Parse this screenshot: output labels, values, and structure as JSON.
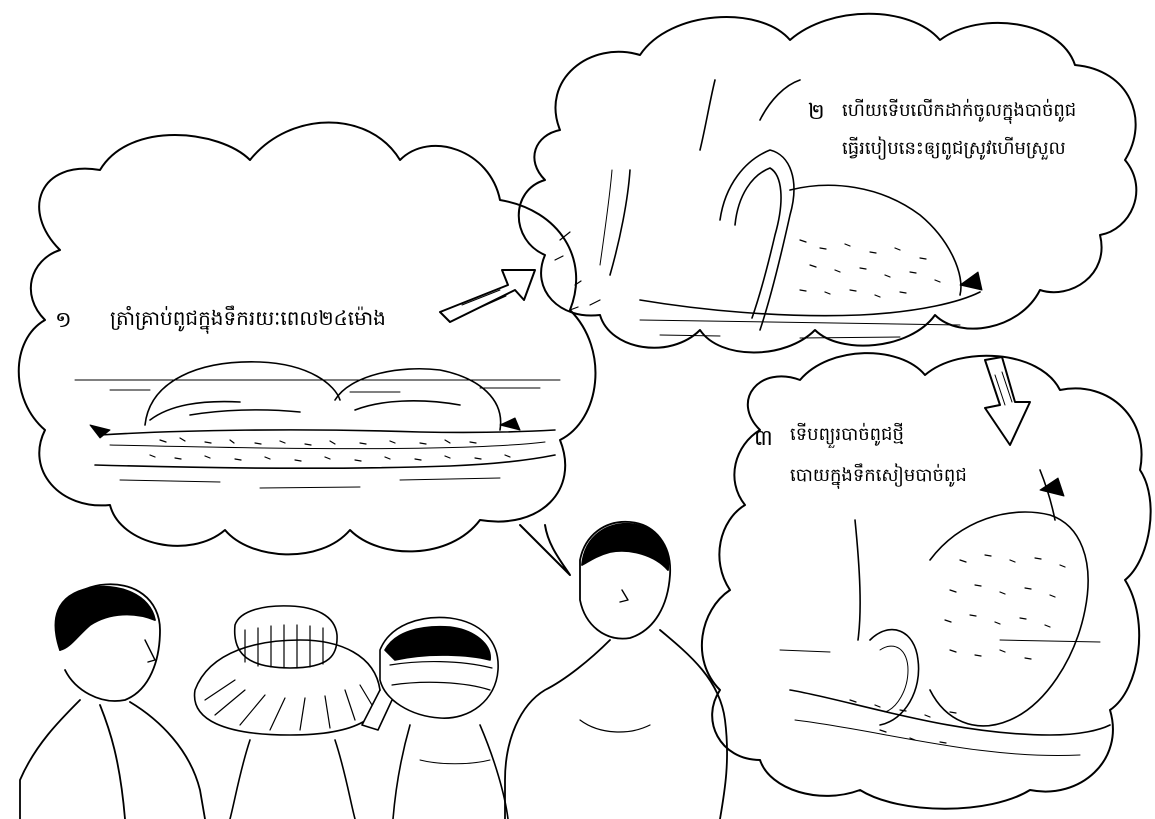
{
  "steps": [
    {
      "number": "១",
      "lines": [
        "ត្រាំគ្រាប់ពូជក្នុងទឹករយៈពេល២៤ម៉ោង"
      ]
    },
    {
      "number": "២",
      "lines": [
        "ហើយទើបលើកដាក់ចូលក្នុងបាច់ពូជ",
        "ធ្វើរបៀបនេះឲ្យពូជស្រូវហើមស្រួល"
      ]
    },
    {
      "number": "៣",
      "lines": [
        "ទើបព្យួរបាច់ពូជថ្មី",
        "បោយក្នុងទឹកសៀមបាច់ពូជ"
      ]
    }
  ],
  "colors": {
    "ink": "#000000",
    "paper": "#ffffff"
  }
}
